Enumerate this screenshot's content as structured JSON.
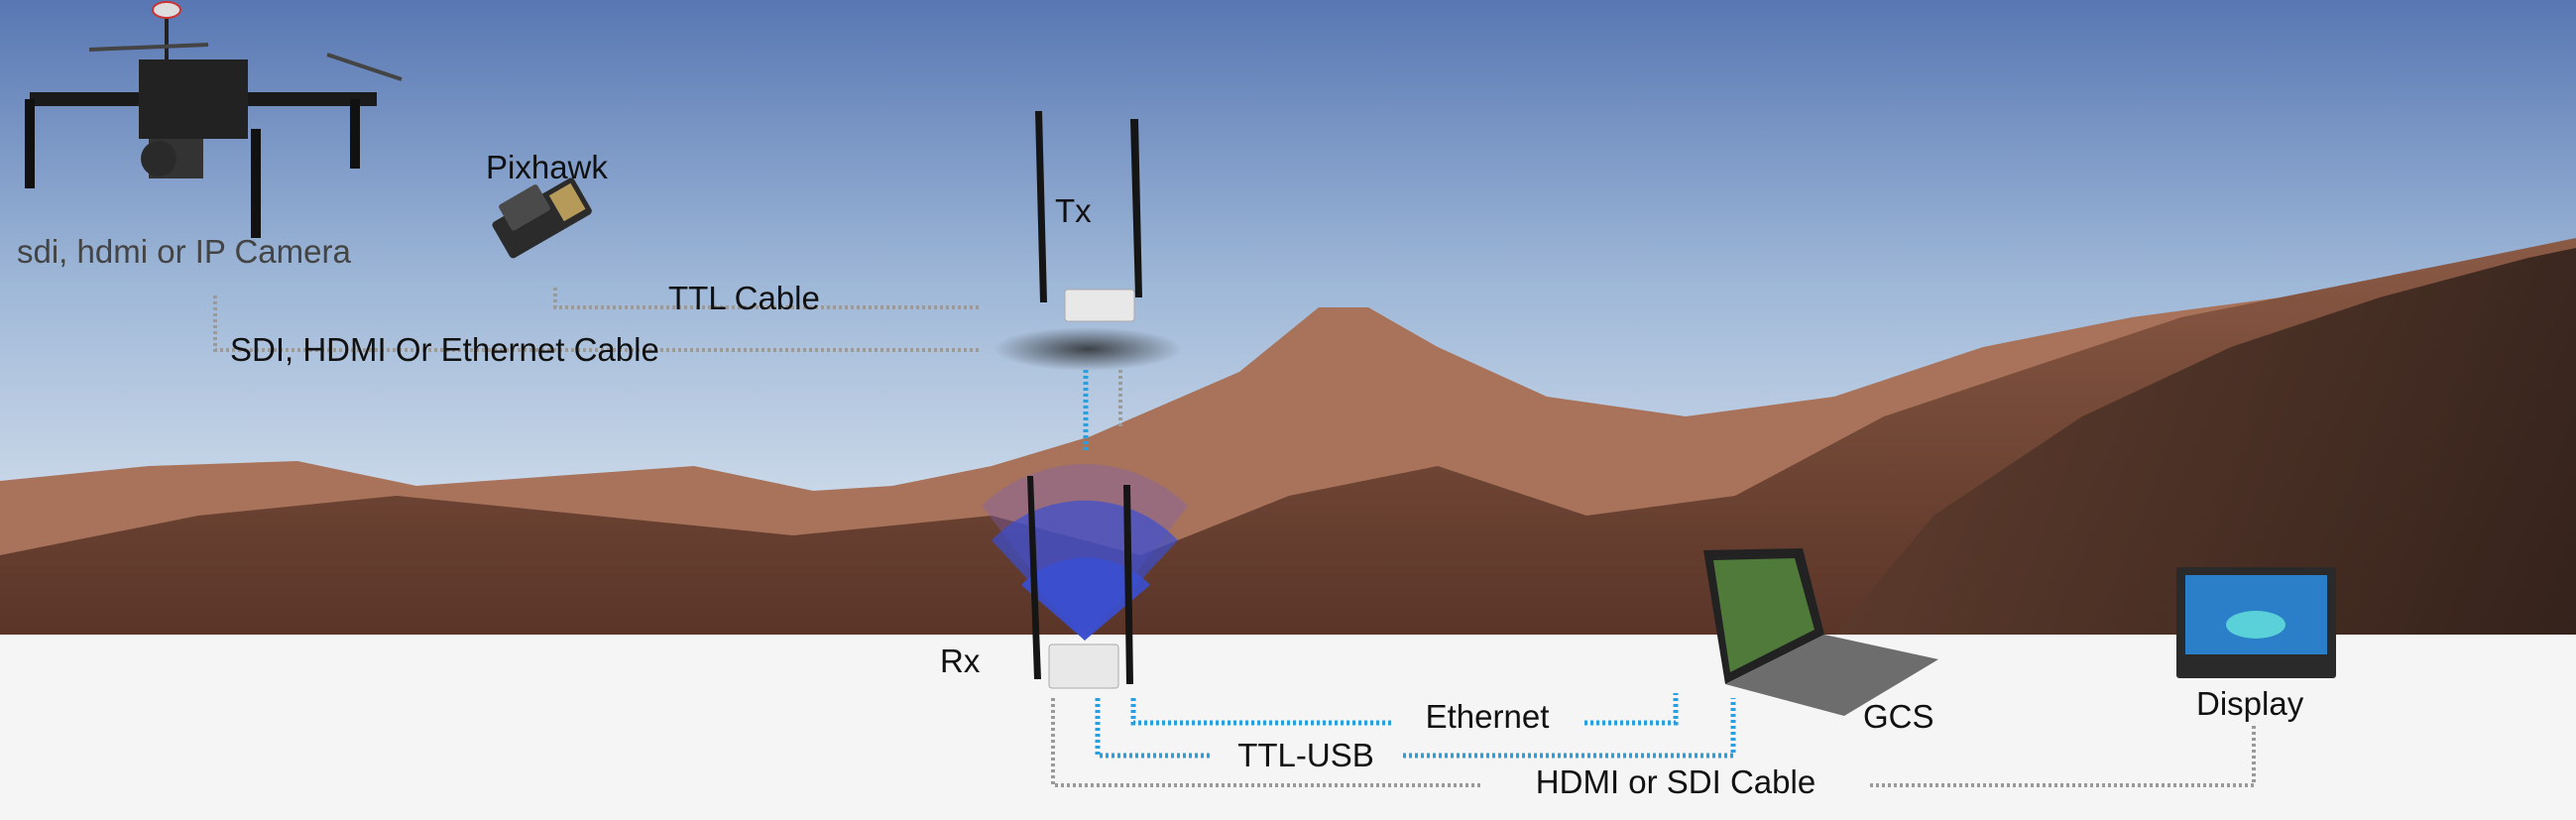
{
  "diagram": {
    "nodes": {
      "camera": "sdi, hdmi or IP Camera",
      "flight_controller": "Pixhawk",
      "transmitter": "Tx",
      "receiver": "Rx",
      "ground_station": "GCS",
      "display": "Display"
    },
    "links": {
      "ttl": "TTL Cable",
      "video_air": "SDI, HDMI Or Ethernet Cable",
      "ethernet": "Ethernet",
      "ttl_usb": "TTL-USB",
      "video_ground": "HDMI or SDI Cable"
    },
    "colors": {
      "data_link": "#2a9fe0",
      "video_link": "#9a9a9a",
      "signal": "#3a4fd0",
      "ground_band": "#f5f5f5"
    }
  }
}
